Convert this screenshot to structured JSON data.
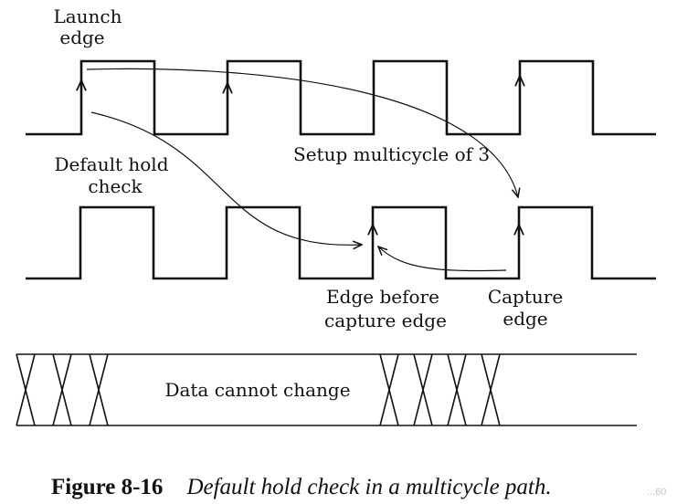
{
  "diagram": {
    "labels": {
      "launch_line1": "Launch",
      "launch_line2": "edge",
      "default_hold_line1": "Default hold",
      "default_hold_line2": "check",
      "setup_multicycle": "Setup multicycle of 3",
      "edge_before_line1": "Edge before",
      "edge_before_line2": "capture edge",
      "capture_line1": "Capture",
      "capture_line2": "edge",
      "data_cannot_change": "Data cannot change"
    },
    "caption": {
      "number": "Figure 8-16",
      "text": "Default hold check in a multicycle path."
    },
    "watermark": "...60",
    "colors": {
      "ink": "#111111",
      "background": "#ffffff"
    }
  }
}
